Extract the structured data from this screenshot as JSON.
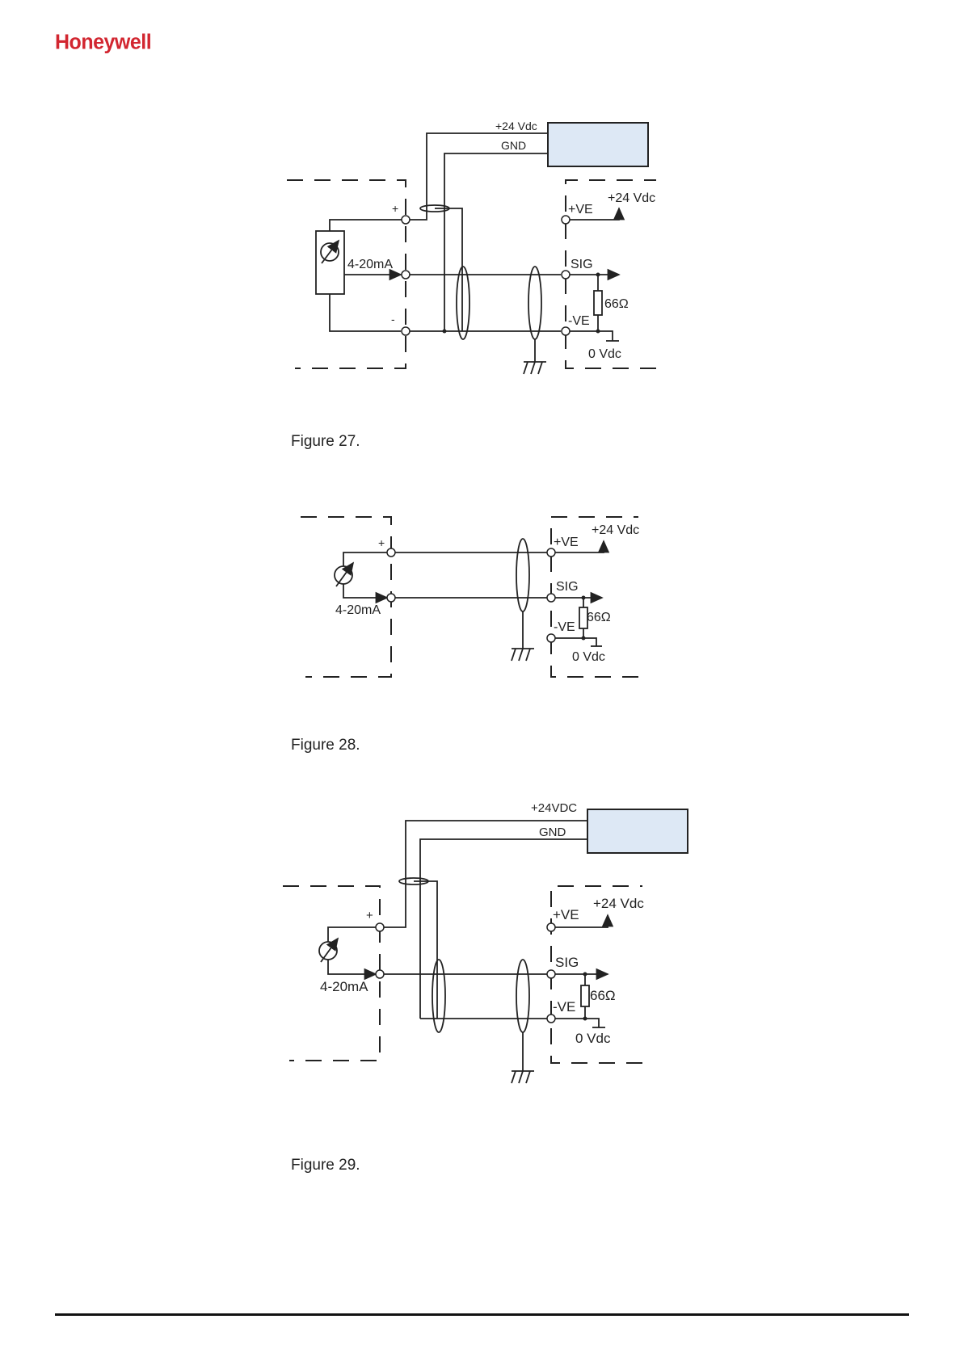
{
  "header": {
    "logo_text": "Honeywell",
    "brand_color": "#d22630"
  },
  "figures": [
    {
      "caption": "Figure 27.",
      "labels": {
        "supply_pos": "+24 Vdc",
        "supply_gnd": "GND",
        "plus": "+",
        "minus": "-",
        "loop": "4-20mA",
        "ve_pos": "+VE",
        "ve_pos_supply": "+24 Vdc",
        "sig": "SIG",
        "resistor": "66Ω",
        "ve_neg": "-VE",
        "zero": "0 Vdc"
      }
    },
    {
      "caption": "Figure 28.",
      "labels": {
        "plus": "+",
        "loop": "4-20mA",
        "ve_pos": "+VE",
        "ve_pos_supply": "+24 Vdc",
        "sig": "SIG",
        "resistor": "66Ω",
        "ve_neg": "-VE",
        "zero": "0 Vdc"
      }
    },
    {
      "caption": "Figure 29.",
      "labels": {
        "supply_pos": "+24VDC",
        "supply_gnd": "GND",
        "plus": "+",
        "loop": "4-20mA",
        "ve_pos": "+VE",
        "ve_pos_supply": "+24 Vdc",
        "sig": "SIG",
        "resistor": "66Ω",
        "ve_neg": "-VE",
        "zero": "0 Vdc"
      }
    }
  ]
}
